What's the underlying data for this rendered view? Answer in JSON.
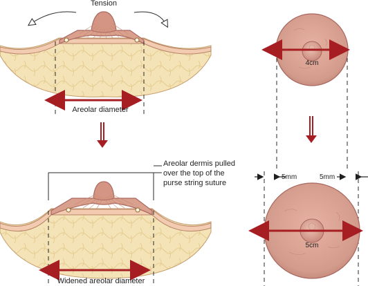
{
  "labels": {
    "tension": "Tension",
    "areolar_diameter": "Areolar diameter",
    "callout_line1": "Areolar dermis pulled",
    "callout_line2": "over the top of the",
    "callout_line3": "purse string suture",
    "widened_areolar_diameter": "Widened areolar diameter",
    "top_areola_size": "4cm",
    "bottom_areola_size": "5cm",
    "left_margin": "5mm",
    "right_margin": "5mm"
  },
  "colors": {
    "skin": "#f2cbb0",
    "skin_outline": "#b88468",
    "fat": "#f4e3b6",
    "fat_lines": "#e7cf95",
    "areola": "#d9a08e",
    "areola_dark": "#b8736a",
    "areola_edge": "#a9675f",
    "arrow_red": "#a61d22",
    "line": "#2a2a2a"
  }
}
